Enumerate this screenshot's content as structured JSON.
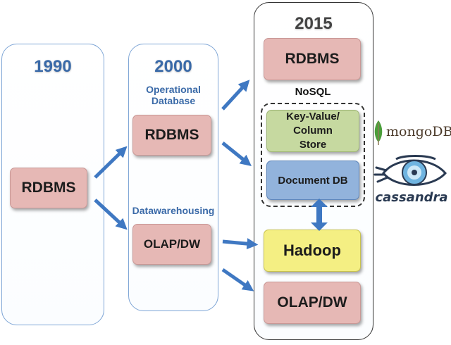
{
  "era_1990": {
    "year": "1990",
    "rdbms": "RDBMS"
  },
  "era_2000": {
    "year": "2000",
    "operational_label": "Operational Database",
    "rdbms": "RDBMS",
    "datawarehousing_label": "Datawarehousing",
    "olap": "OLAP/DW"
  },
  "era_2015": {
    "year": "2015",
    "rdbms": "RDBMS",
    "nosql_label": "NoSQL",
    "keyvalue": "Key-Value/ Column Store",
    "document_db": "Document DB",
    "hadoop": "Hadoop",
    "olap": "OLAP/DW"
  },
  "logos": {
    "mongodb": "mongoDB",
    "cassandra": "cassandra"
  },
  "colors": {
    "arrow": "#3f78c2",
    "year_blue": "#3a6aa8",
    "rdbms_pink": "#e6b8b5",
    "keyvalue_green": "#c6d9a0",
    "document_blue": "#92b3dc",
    "hadoop_yellow": "#f4ef83"
  }
}
